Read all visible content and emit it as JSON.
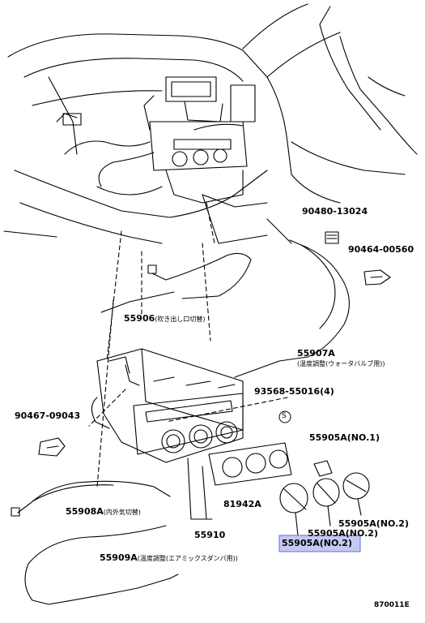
{
  "labels": {
    "p90480": "90480-13024",
    "p90464": "90464-00560",
    "p55906": "55906",
    "p55906_note": "(吹き出し口切替)",
    "p55907A": "55907A",
    "p55907A_note": "(温度調整(ウォータバルブ用))",
    "p93568": "93568-55016(4)",
    "s_mark": "S",
    "p90467": "90467-09043",
    "p55905A_no1": "55905A(NO.1)",
    "p55908A": "55908A",
    "p55908A_note": "(内外気切替)",
    "p81942A": "81942A",
    "p55910": "55910",
    "p55905A_no2_a": "55905A(NO.2)",
    "p55905A_no2_b": "55905A(NO.2)",
    "p55905A_no2_sel": "55905A(NO.2)",
    "p55909A": "55909A",
    "p55909A_note": "(温度調整(エアミックスダンパ用))",
    "diagram_id": "870011E"
  },
  "highlight_color": "#c5c9f0"
}
